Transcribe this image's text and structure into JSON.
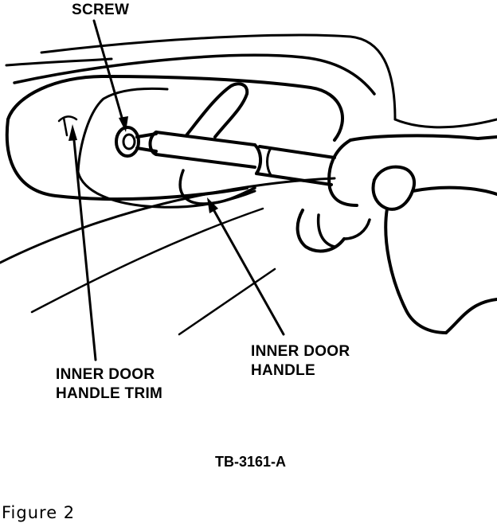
{
  "labels": {
    "screw": "SCREW",
    "inner_door_handle_line1": "INNER DOOR",
    "inner_door_handle_line2": "HANDLE",
    "inner_door_handle_trim_line1": "INNER DOOR",
    "inner_door_handle_trim_line2": "HANDLE TRIM"
  },
  "drawing_code": "TB-3161-A",
  "caption": "Figure 2"
}
